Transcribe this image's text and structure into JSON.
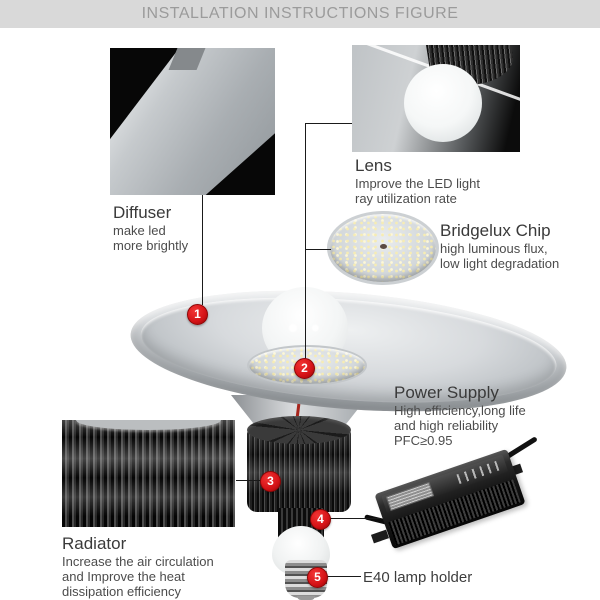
{
  "header": {
    "title": "INSTALLATION INSTRUCTIONS FIGURE"
  },
  "callouts": {
    "diffuser": {
      "title": "Diffuser",
      "lines": [
        "make led",
        "more brightly"
      ]
    },
    "lens": {
      "title": "Lens",
      "lines": [
        "Improve the LED light",
        "ray utilization rate"
      ]
    },
    "bridgelux_chip": {
      "title": "Bridgelux Chip",
      "lines": [
        "high luminous flux,",
        "low light degradation"
      ]
    },
    "power_supply": {
      "title": "Power Supply",
      "lines": [
        "High efficiency,long life",
        "and high reliability",
        "PFC≥0.95"
      ]
    },
    "radiator": {
      "title": "Radiator",
      "lines": [
        "Increase the air circulation",
        "and Improve the heat",
        "dissipation efficiency"
      ]
    },
    "e40_lamp_holder": {
      "label": "E40 lamp holder"
    }
  },
  "markers": [
    {
      "num": "1"
    },
    {
      "num": "2"
    },
    {
      "num": "3"
    },
    {
      "num": "4"
    },
    {
      "num": "5"
    }
  ],
  "colors": {
    "accent_red": "#d41216",
    "header_bg": "#d9d9d9",
    "header_text": "#9b9b9b",
    "text_dark": "#3a3a3a"
  }
}
